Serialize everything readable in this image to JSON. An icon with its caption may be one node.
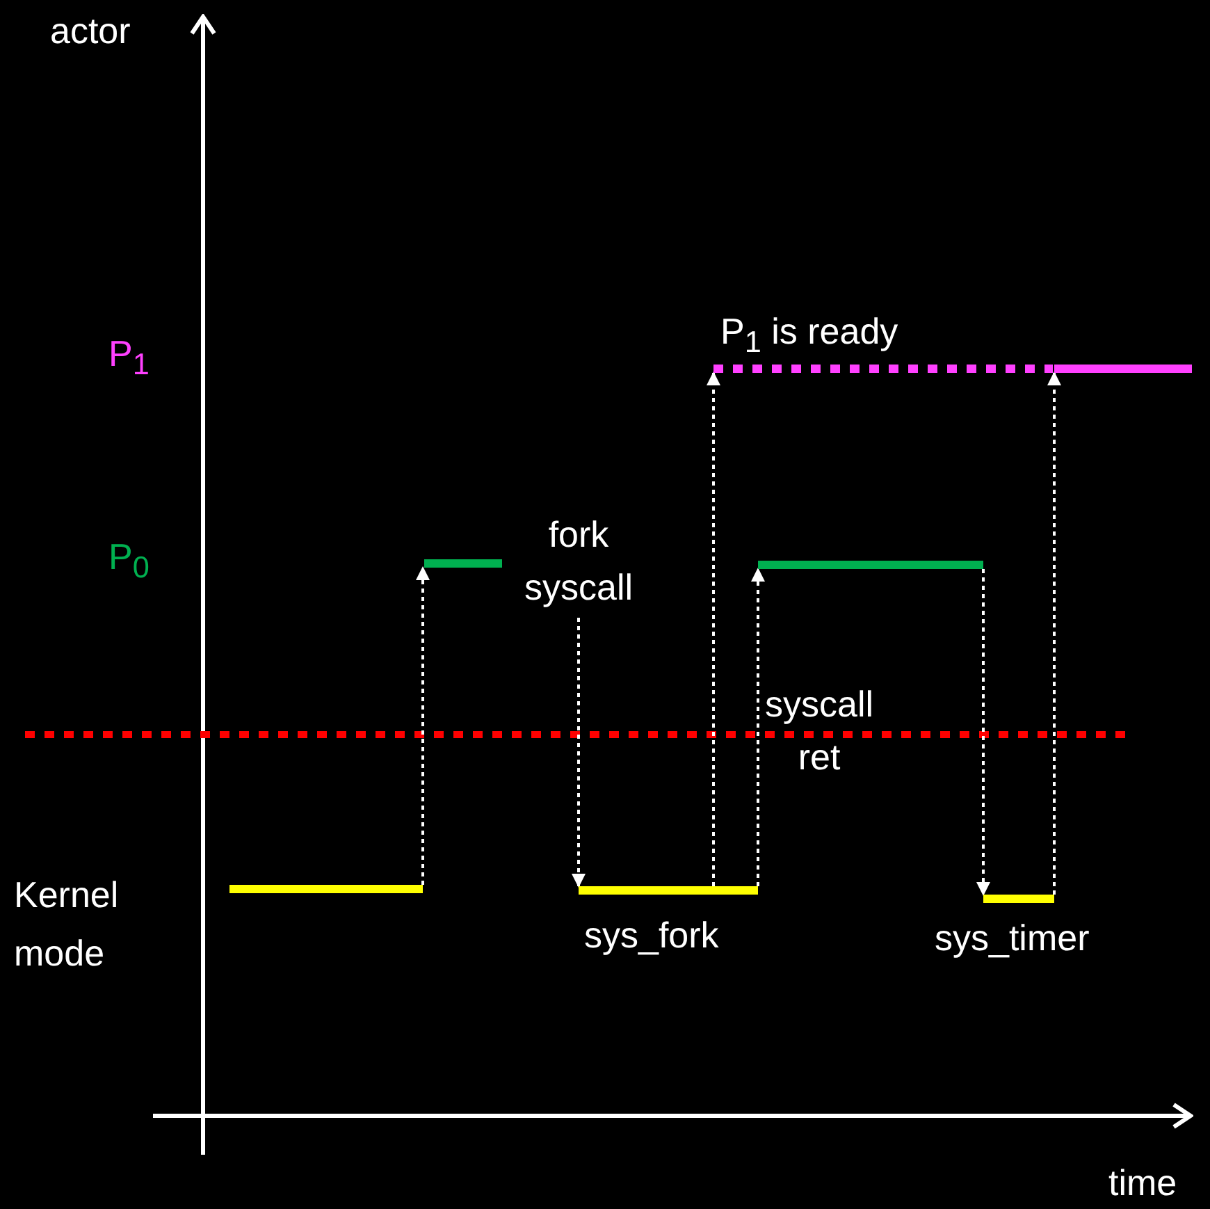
{
  "diagram": {
    "nodes": [
      {
        "text": [],
        "shape": "bar"
      },
      {
        "text": [],
        "shape": "bar"
      },
      {
        "text": [],
        "shape": "bar",
        "beside": [
          "sys_fork"
        ]
      },
      {
        "text": [],
        "shape": "bar",
        "beside": [
          "P$_{1}$ is ready"
        ]
      },
      {
        "text": [],
        "shape": "bar"
      },
      {
        "text": [],
        "shape": "bar",
        "beside": [
          "sys_timer"
        ]
      },
      {
        "text": [],
        "shape": "bar"
      }
    ],
    "edges": [
      {
        "from": 0,
        "to": 1,
        "arrow": "to",
        "style": "dashed"
      },
      {
        "from": 1,
        "to": 2,
        "arrow": "to",
        "style": "dashed",
        "label": "fork syscall"
      },
      {
        "from": 2,
        "to": 3,
        "arrow": "to",
        "style": "dashed"
      },
      {
        "from": 2,
        "to": 4,
        "arrow": "to",
        "style": "dashed",
        "label": "syscall ret"
      },
      {
        "from": 4,
        "to": 5,
        "arrow": "to",
        "style": "dashed"
      },
      {
        "from": 5,
        "to": 6,
        "arrow": "to",
        "style": "dashed"
      }
    ],
    "labels": [
      "actor",
      "P$_{1}$",
      "P$_{0}$",
      "Kernel mode",
      "time"
    ]
  }
}
